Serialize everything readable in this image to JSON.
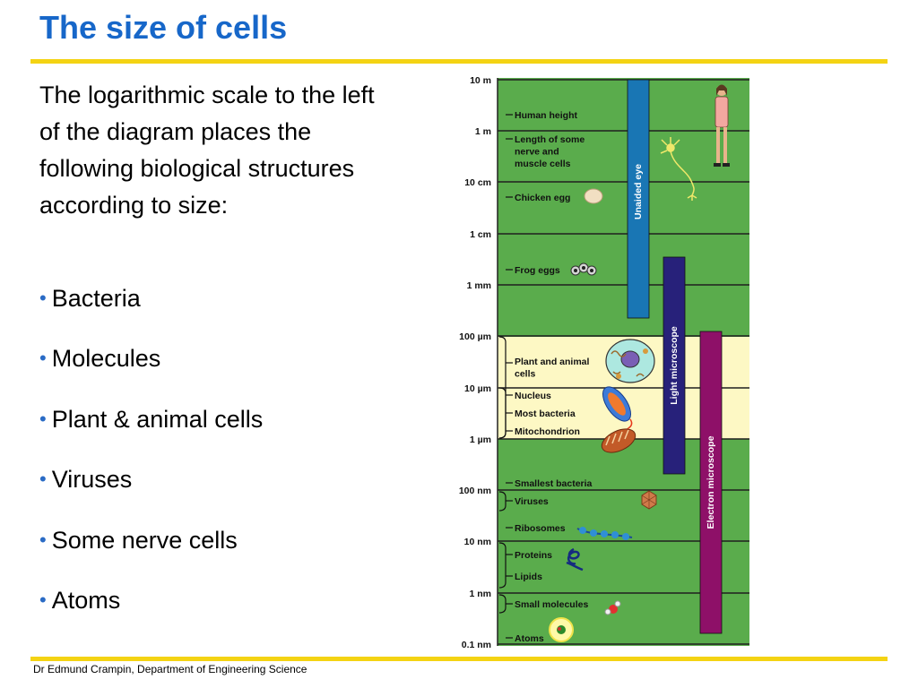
{
  "slide": {
    "title": "The size of cells",
    "intro": "The logarithmic scale to the left of the diagram places the following biological structures according to size:",
    "bullets": [
      "Bacteria",
      "Molecules",
      "Plant & animal cells",
      "Viruses",
      "Some nerve cells",
      "Atoms"
    ],
    "footer": "Dr Edmund Crampin, Department of Engineering Science"
  },
  "diagram": {
    "scale_labels": [
      "10 m",
      "1 m",
      "10 cm",
      "1 cm",
      "1 mm",
      "100 µm",
      "10 µm",
      "1 µm",
      "100 nm",
      "10 nm",
      "1 nm",
      "0.1 nm"
    ],
    "structures": [
      {
        "lines": [
          "Human height"
        ]
      },
      {
        "lines": [
          "Length of some",
          "nerve and",
          "muscle cells"
        ]
      },
      {
        "lines": [
          "Chicken egg"
        ]
      },
      {
        "lines": [
          "Frog eggs"
        ]
      },
      {
        "lines": [
          "Plant and animal",
          "cells"
        ]
      },
      {
        "lines": [
          "Nucleus"
        ]
      },
      {
        "lines": [
          "Most bacteria"
        ]
      },
      {
        "lines": [
          "Mitochondrion"
        ]
      },
      {
        "lines": [
          "Smallest bacteria"
        ]
      },
      {
        "lines": [
          "Viruses"
        ]
      },
      {
        "lines": [
          "Ribosomes"
        ]
      },
      {
        "lines": [
          "Proteins"
        ]
      },
      {
        "lines": [
          "Lipids"
        ]
      },
      {
        "lines": [
          "Small molecules"
        ]
      },
      {
        "lines": [
          "Atoms"
        ]
      }
    ],
    "instrument_bars": [
      {
        "label": "Unaided eye",
        "color": "#1976b4"
      },
      {
        "label": "Light microscope",
        "color": "#27217a"
      },
      {
        "label": "Electron microscope",
        "color": "#8e1068"
      }
    ],
    "colors": {
      "background": "#5aac4c",
      "cell_band": "#fdf8c4",
      "gridline": "#1f1f1f"
    }
  }
}
